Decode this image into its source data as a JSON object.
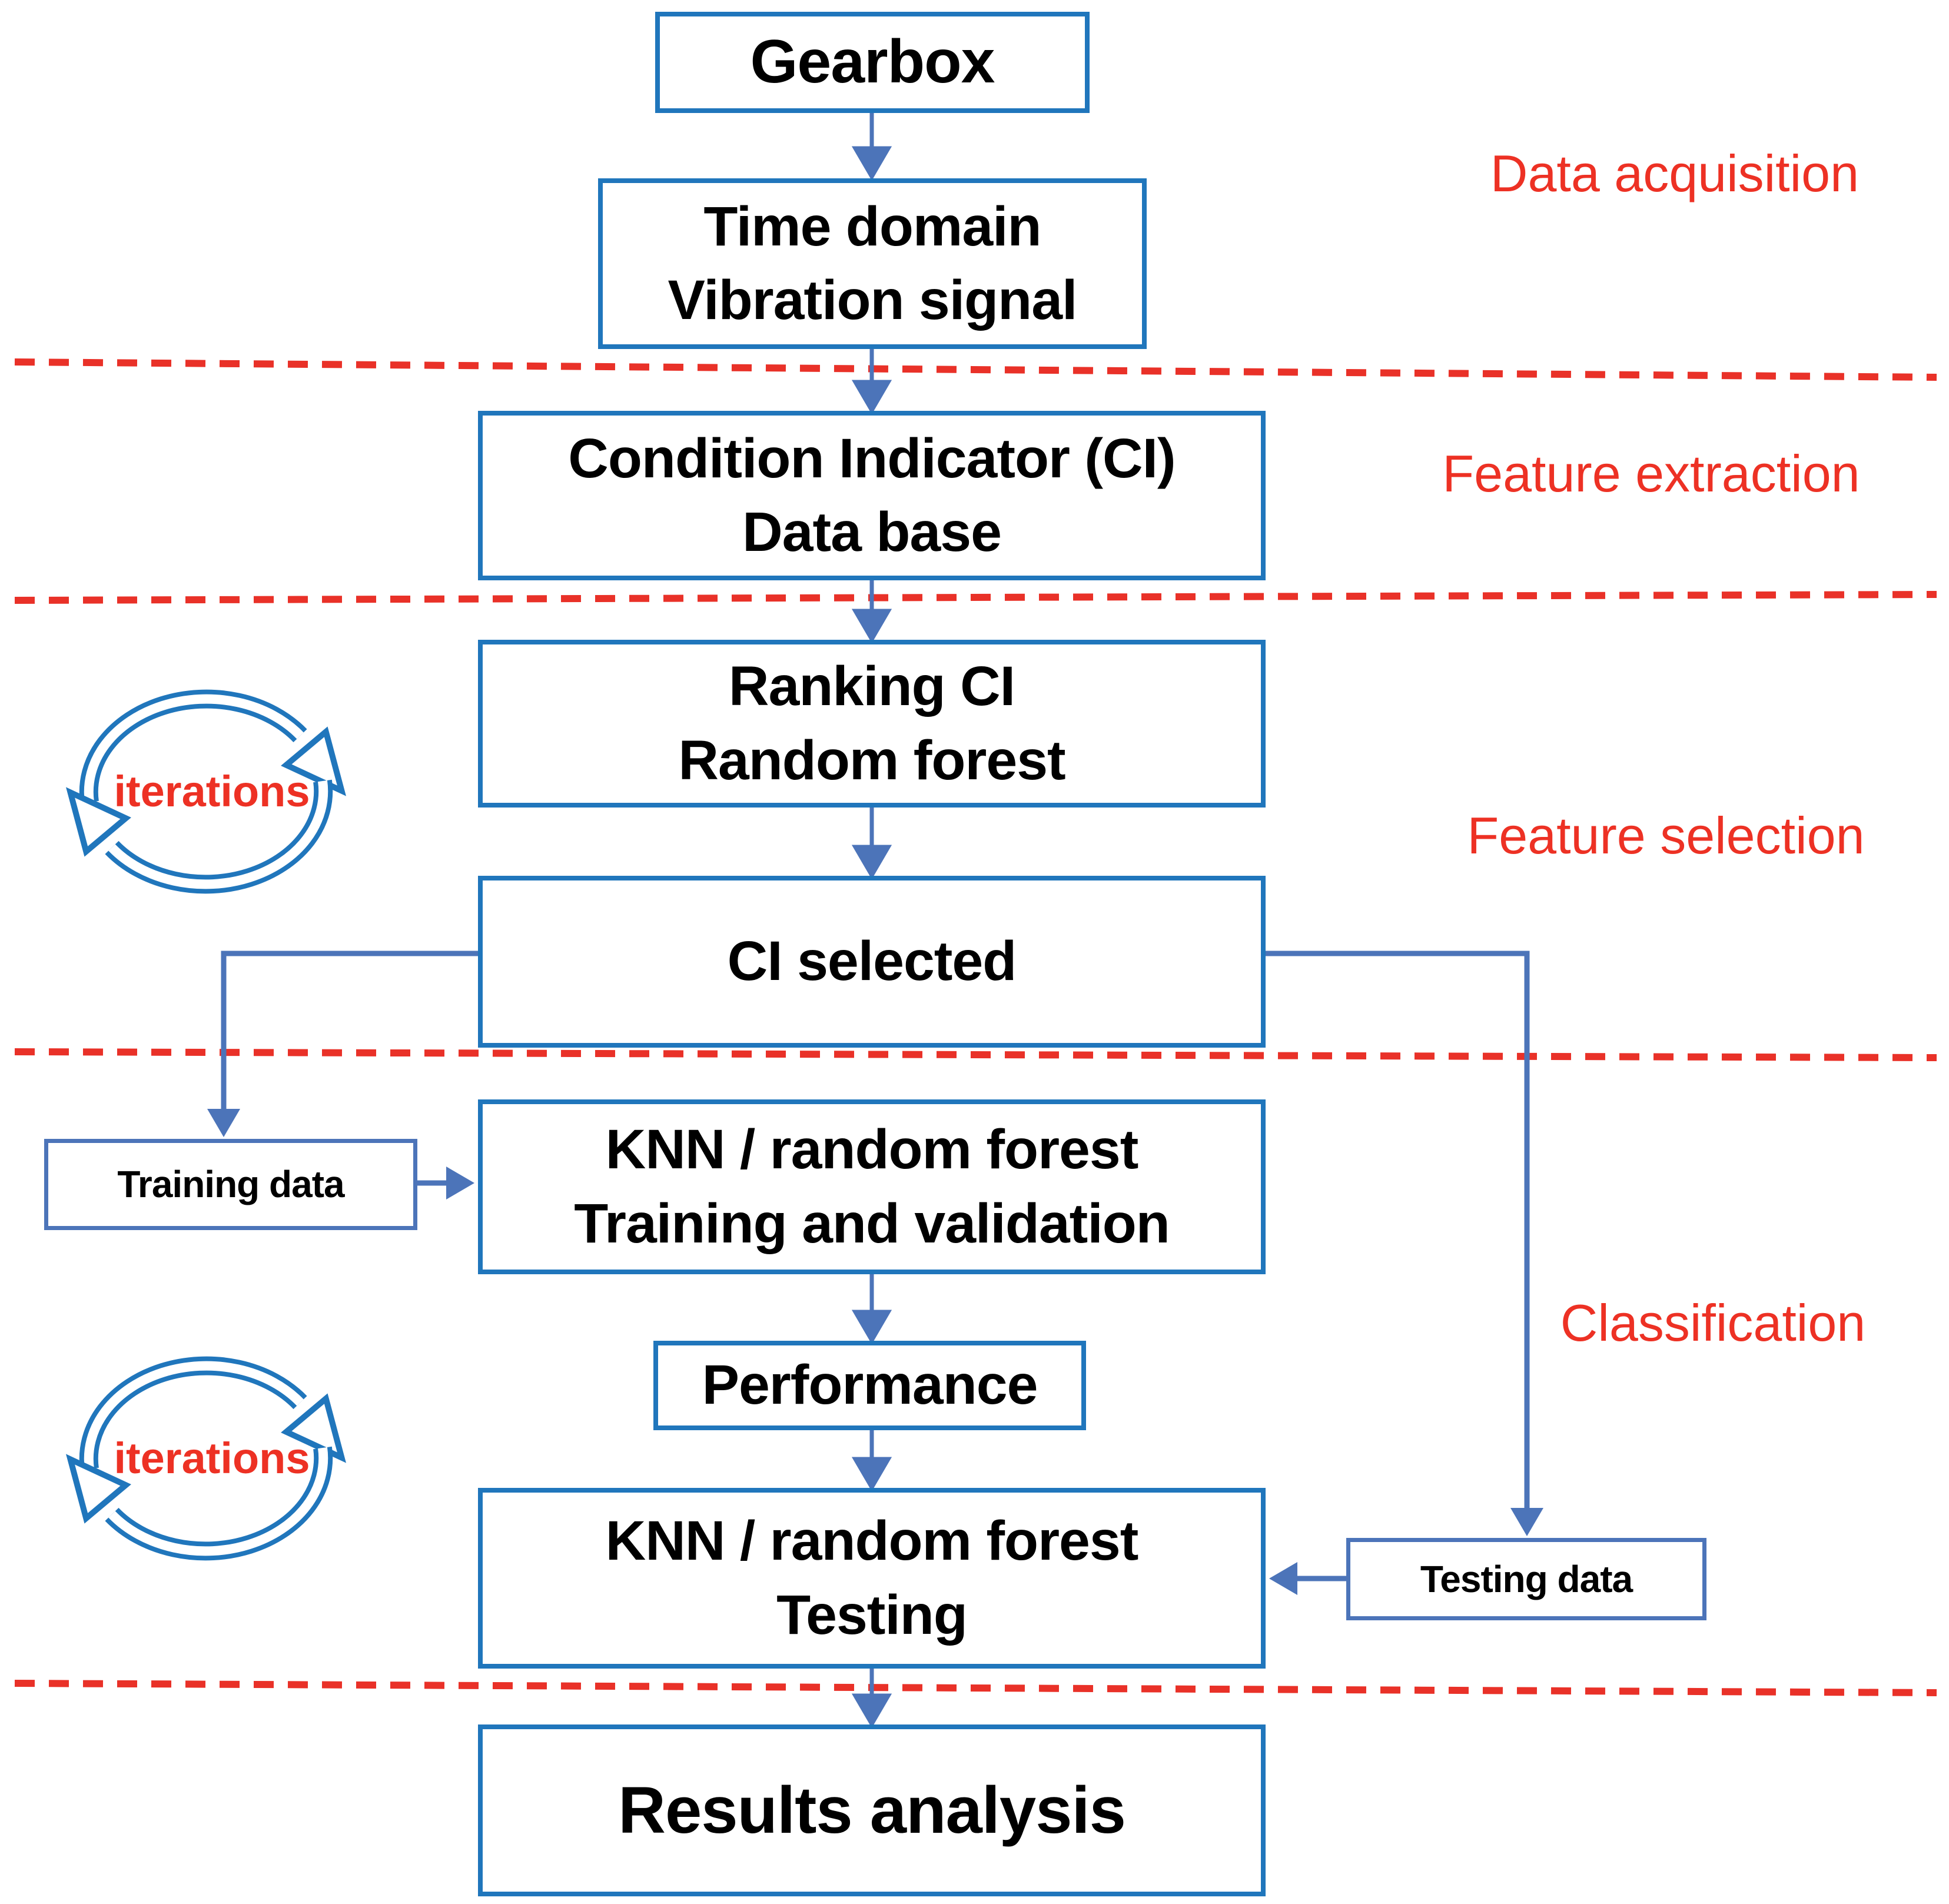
{
  "boxes": {
    "gearbox": {
      "line1": "Gearbox"
    },
    "time_domain": {
      "line1": "Time domain",
      "line2": "Vibration signal"
    },
    "ci_database": {
      "line1": "Condition Indicator (CI)",
      "line2": "Data base"
    },
    "ranking": {
      "line1": "Ranking CI",
      "line2": "Random forest"
    },
    "ci_selected": {
      "line1": "CI selected"
    },
    "knn_training": {
      "line1": "KNN / random forest",
      "line2": "Training and validation"
    },
    "performance": {
      "line1": "Performance"
    },
    "knn_testing": {
      "line1": "KNN / random forest",
      "line2": "Testing"
    },
    "results": {
      "line1": "Results analysis"
    },
    "training_data": {
      "line1": "Training data"
    },
    "testing_data": {
      "line1": "Testing data"
    }
  },
  "stage_labels": {
    "data_acquisition": "Data acquisition",
    "feature_extraction": "Feature extraction",
    "feature_selection": "Feature selection",
    "classification": "Classification"
  },
  "loop_labels": {
    "iterations_top": "iterations",
    "iterations_bottom": "iterations"
  },
  "colors": {
    "box_border": "#2076BC",
    "connector": "#4C74B9",
    "small_box_border": "#4C74B9",
    "stage_label_red": "#ED3124",
    "dashed_separator_red": "#E93128",
    "text": "#000000",
    "background": "#FFFFFF"
  }
}
